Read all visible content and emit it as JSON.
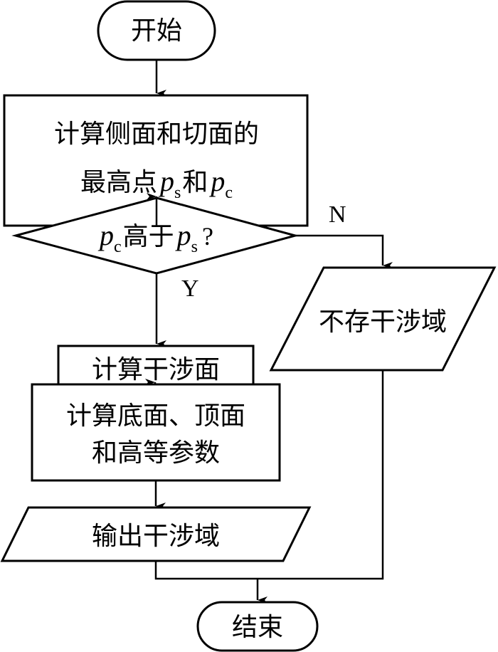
{
  "flowchart": {
    "start": {
      "label": "开始"
    },
    "step1": {
      "line1": "计算侧面和切面的",
      "line2_prefix": "最高点",
      "p_s_var": "p",
      "p_s_sub": "s",
      "conj": "和",
      "p_c_var": "p",
      "p_c_sub": "c"
    },
    "decision": {
      "var1": "p",
      "sub1": "c",
      "middle": "高于",
      "var2": "p",
      "sub2": "s",
      "qmark": "?"
    },
    "branch_no": {
      "label": "N",
      "output": "不存干涉域"
    },
    "branch_yes": {
      "label": "Y"
    },
    "step2": {
      "label": "计算干涉面"
    },
    "step3": {
      "line1": "计算底面、顶面",
      "line2": "和高等参数"
    },
    "output": {
      "label": "输出干涉域"
    },
    "end": {
      "label": "结束"
    }
  }
}
